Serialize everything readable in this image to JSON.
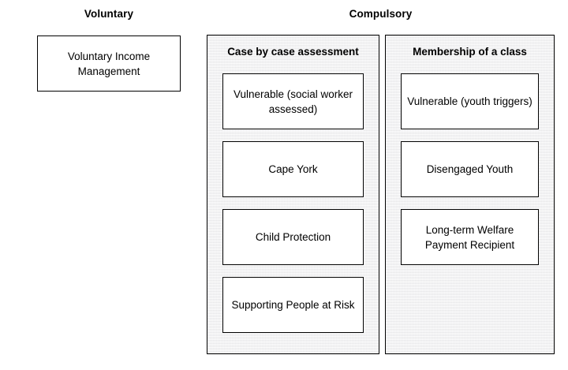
{
  "diagram": {
    "title_voluntary": "Voluntary",
    "title_compulsory": "Compulsory",
    "voluntary": {
      "box_label": "Voluntary Income Management"
    },
    "compulsory": {
      "groups": [
        {
          "title": "Case by case assessment",
          "items": [
            {
              "label": "Vulnerable (social worker assessed)"
            },
            {
              "label": "Cape York"
            },
            {
              "label": "Child Protection"
            },
            {
              "label": "Supporting People at Risk"
            }
          ]
        },
        {
          "title": "Membership of a class",
          "items": [
            {
              "label": "Vulnerable (youth triggers)"
            },
            {
              "label": "Disengaged Youth"
            },
            {
              "label": "Long-term Welfare Payment Recipient"
            }
          ]
        }
      ]
    },
    "colors": {
      "background": "#ffffff",
      "box_fill": "#ffffff",
      "group_fill": "#f3f3f3",
      "border": "#000000",
      "text": "#000000"
    }
  }
}
